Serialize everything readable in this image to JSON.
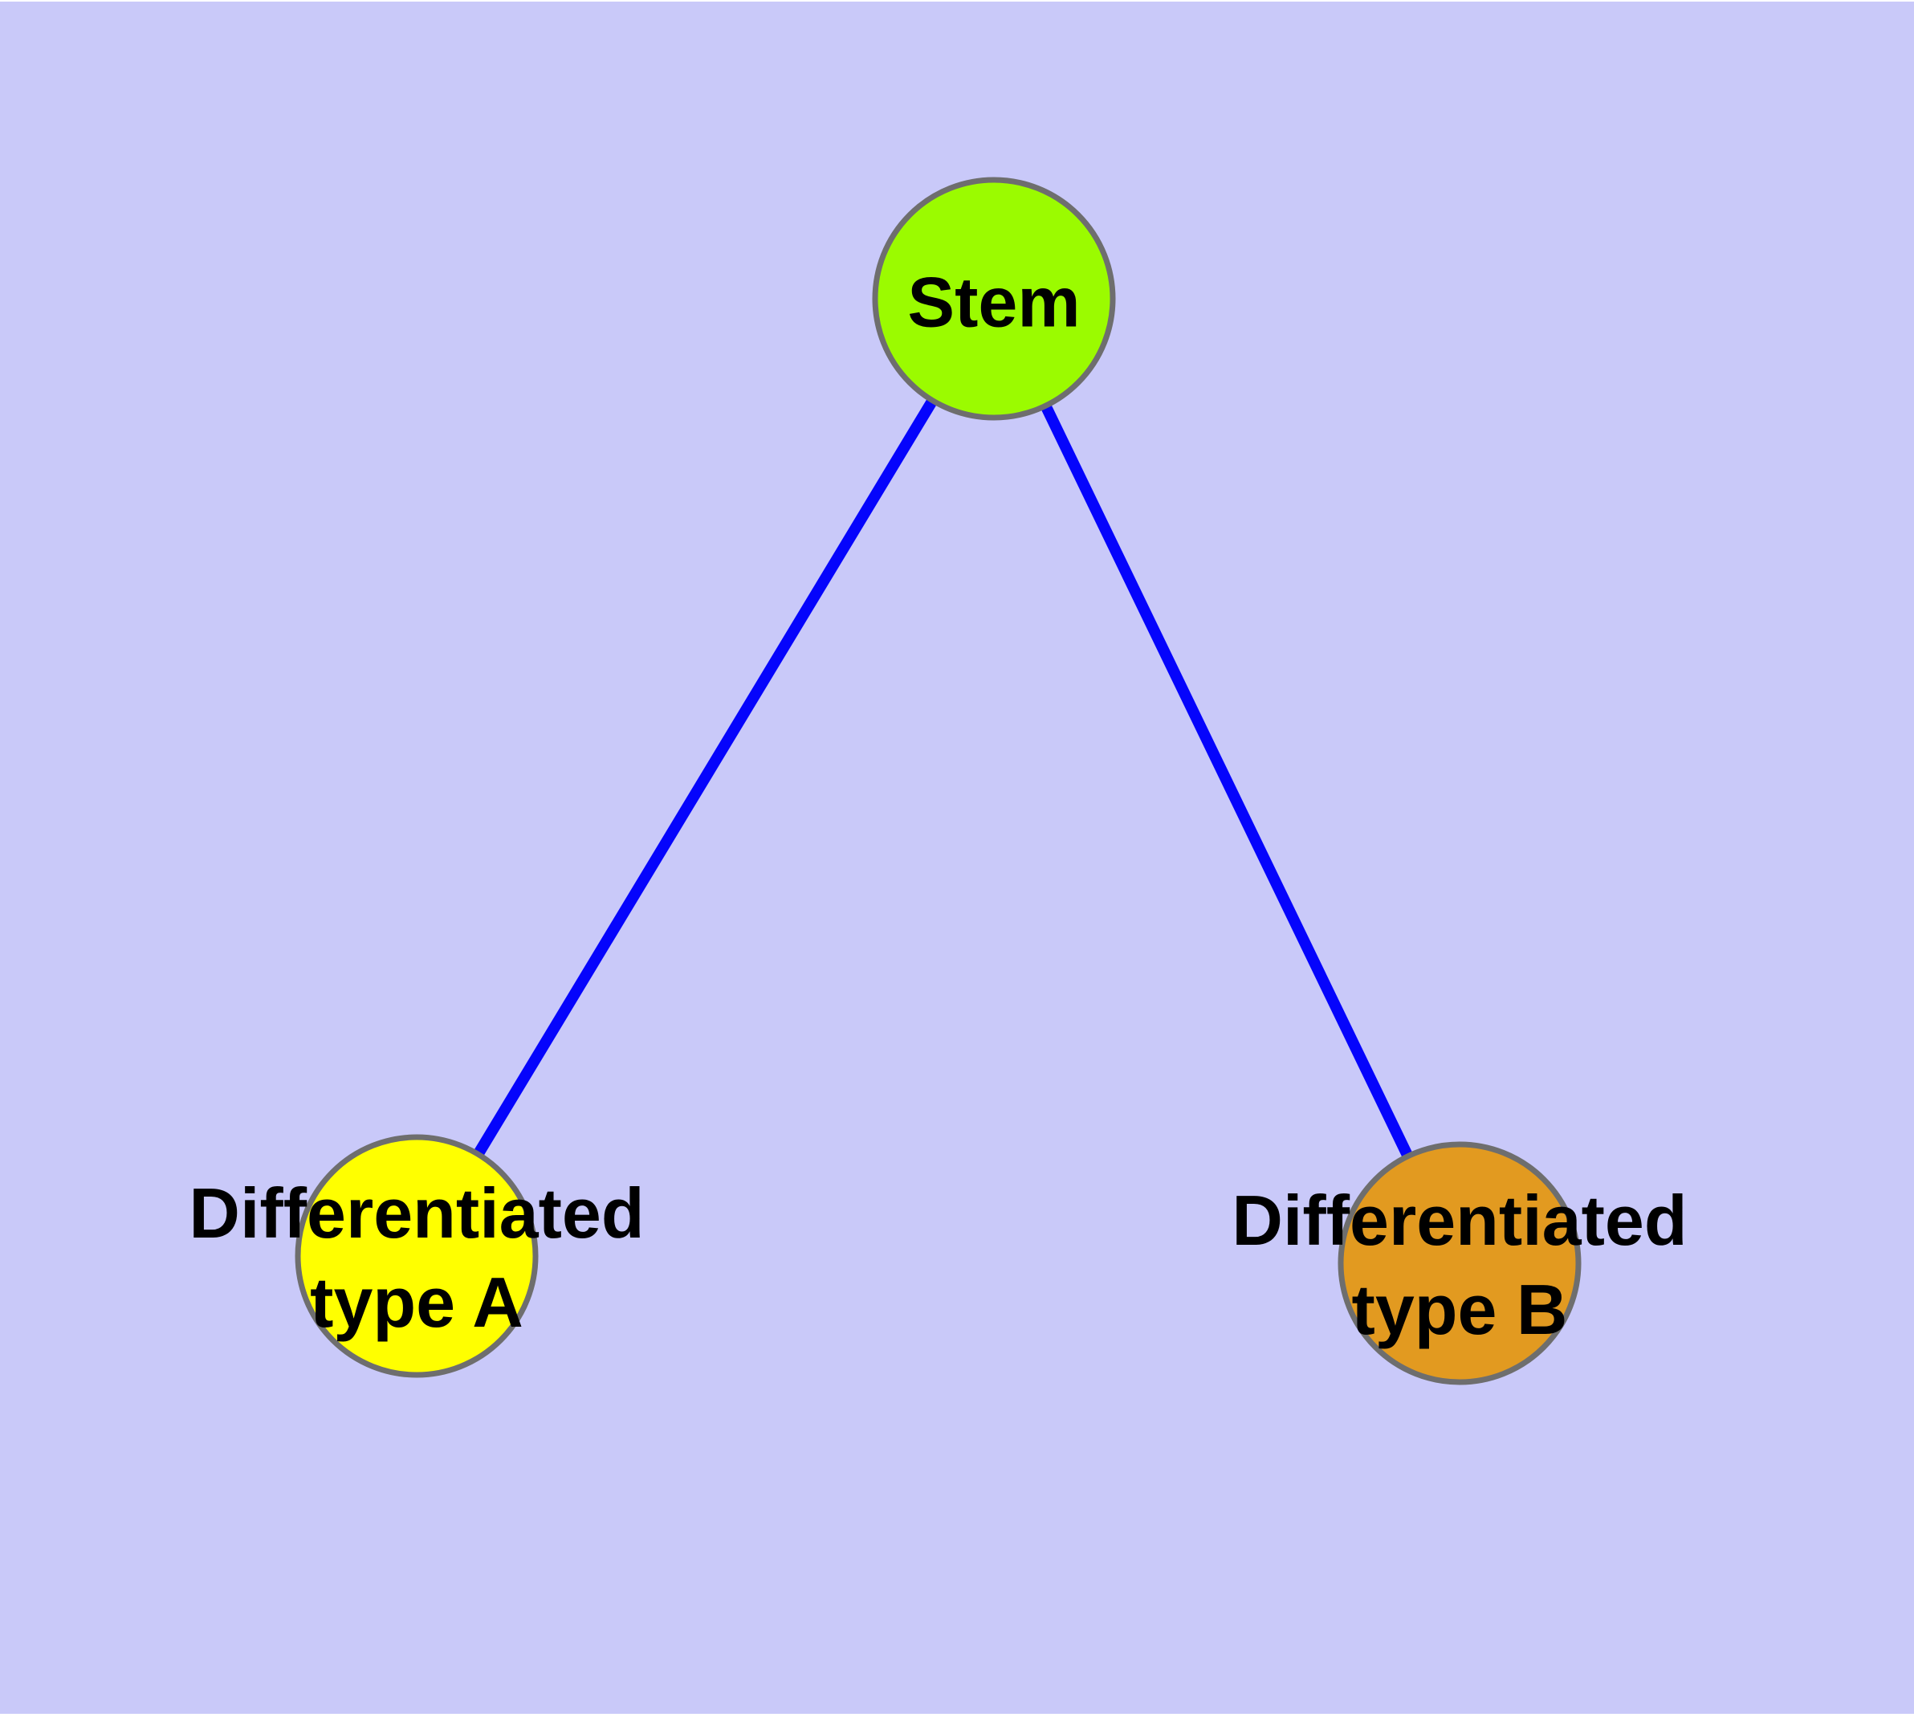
{
  "diagram": {
    "background_color": "#C9C9F9",
    "edge_color": "#0504FC",
    "node_border_color": "#6E6E6E",
    "nodes": [
      {
        "id": "stem",
        "label": "Stem",
        "fill": "#9BFB00"
      },
      {
        "id": "differentiated-type-a",
        "label": "Differentiated\ntype A",
        "fill": "#FFFF00"
      },
      {
        "id": "differentiated-type-b",
        "label": "Differentiated\ntype B",
        "fill": "#E29A20"
      }
    ],
    "edges": [
      {
        "from": "stem",
        "to": "differentiated-type-a"
      },
      {
        "from": "stem",
        "to": "differentiated-type-b"
      }
    ]
  }
}
